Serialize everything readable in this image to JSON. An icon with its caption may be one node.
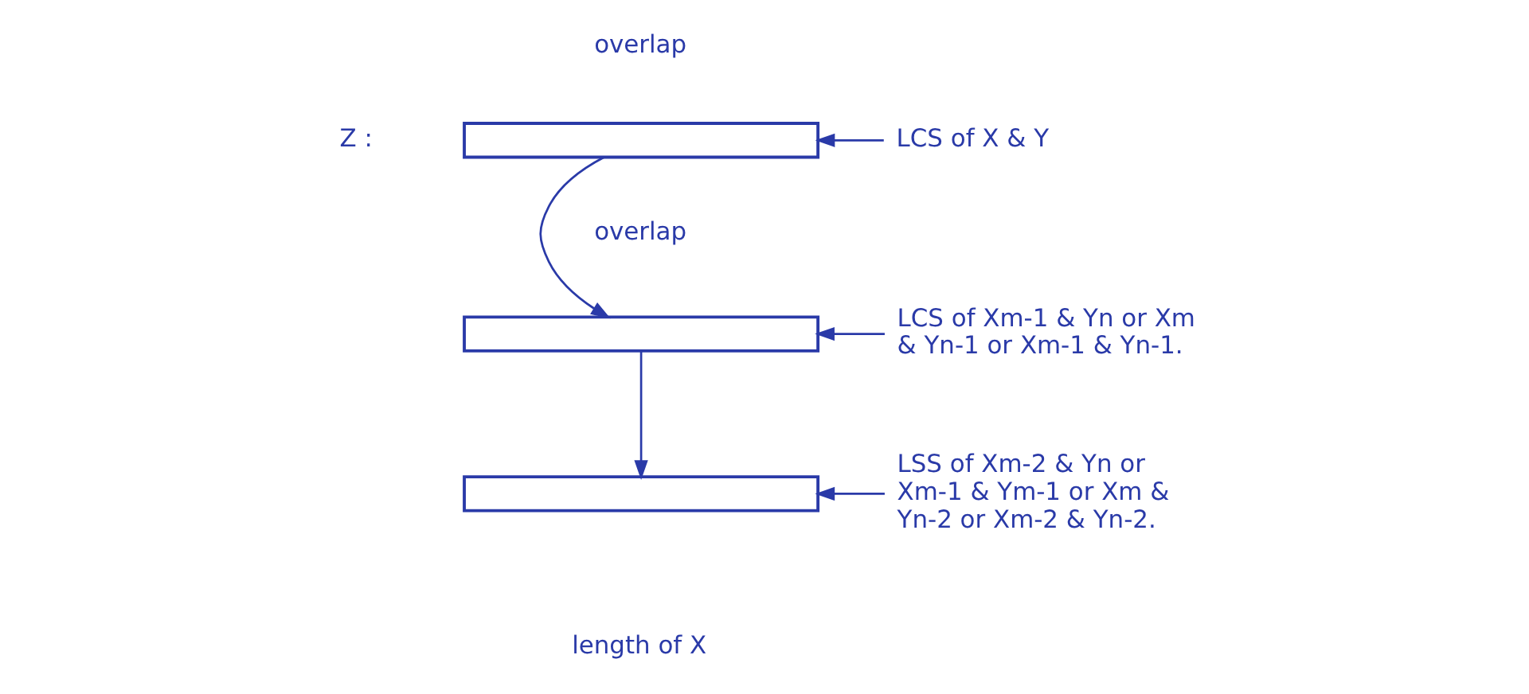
{
  "diagram": {
    "nodes": [
      {
        "text": [],
        "shape": "bar"
      },
      {
        "text": [],
        "shape": "bar"
      },
      {
        "text": [],
        "shape": "bar"
      },
      {
        "text": [
          "LCS of X & Y"
        ]
      },
      {
        "text": [
          "LCS of Xm-1 & Yn or Xm & Yn-1 or Xm-1 & Yn-1."
        ]
      },
      {
        "text": [
          "LSS of Xm-2 & Yn or Xm-1 & Ym-1 or Xm & Yn-2 or Xm-2 & Yn-2."
        ]
      }
    ],
    "edges": [
      {
        "from": 3,
        "to": 0,
        "arrow": "to"
      },
      {
        "from": 0,
        "to": 1,
        "arrow": "to"
      },
      {
        "from": 4,
        "to": 1,
        "arrow": "to"
      },
      {
        "from": 1,
        "to": 2,
        "arrow": "to"
      },
      {
        "from": 5,
        "to": 2,
        "arrow": "to"
      }
    ],
    "labels": [
      "Z :",
      "overlap",
      "overlap",
      "length of X"
    ]
  }
}
